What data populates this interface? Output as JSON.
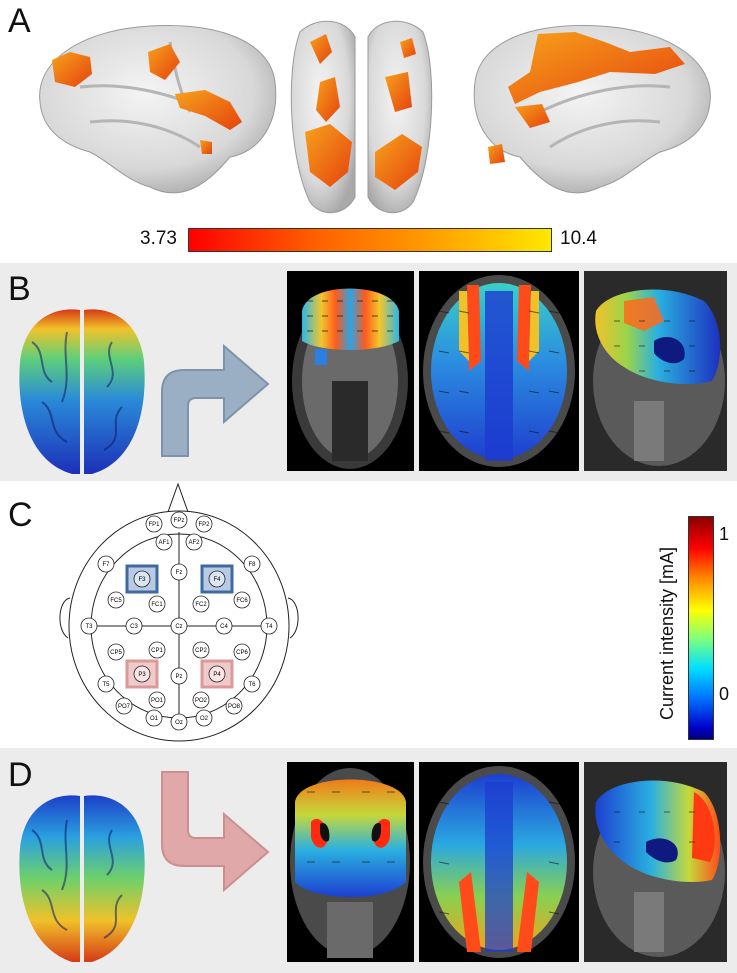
{
  "panels": {
    "a": {
      "letter": "A"
    },
    "b": {
      "letter": "B"
    },
    "c": {
      "letter": "C"
    },
    "d": {
      "letter": "D"
    }
  },
  "colorbar_a": {
    "min_label": "3.73",
    "max_label": "10.4"
  },
  "colorbar_c": {
    "title": "Current intensity [mA]",
    "max_label": "1",
    "min_label": "0"
  },
  "electrodes": {
    "FP1": "FP1",
    "FPz": "FPz",
    "FP2": "FP2",
    "AF1": "AF1",
    "AF2": "AF2",
    "F7": "F7",
    "F3": "F3",
    "Fz": "Fz",
    "F4": "F4",
    "F8": "F8",
    "FC5": "FC5",
    "FC1": "FC1",
    "FC2": "FC2",
    "FC6": "FC6",
    "T3": "T3",
    "C3": "C3",
    "Cz": "Cz",
    "C4": "C4",
    "T4": "T4",
    "CP5": "CP5",
    "CP1": "CP1",
    "CP2": "CP2",
    "CP6": "CP6",
    "T5": "T5",
    "P3": "P3",
    "Pz": "Pz",
    "P4": "P4",
    "T6": "T6",
    "PO7": "PO7",
    "PO1": "PO1",
    "PO2": "PO2",
    "PO8": "PO8",
    "O1": "O1",
    "Oz": "Oz",
    "O2": "O2"
  },
  "colors": {
    "anode_blue": "#3f6aa0",
    "cathode_pink": "#d99a9a",
    "arrow_blue": "#9aaec4",
    "arrow_pink": "#e0a8a8"
  }
}
